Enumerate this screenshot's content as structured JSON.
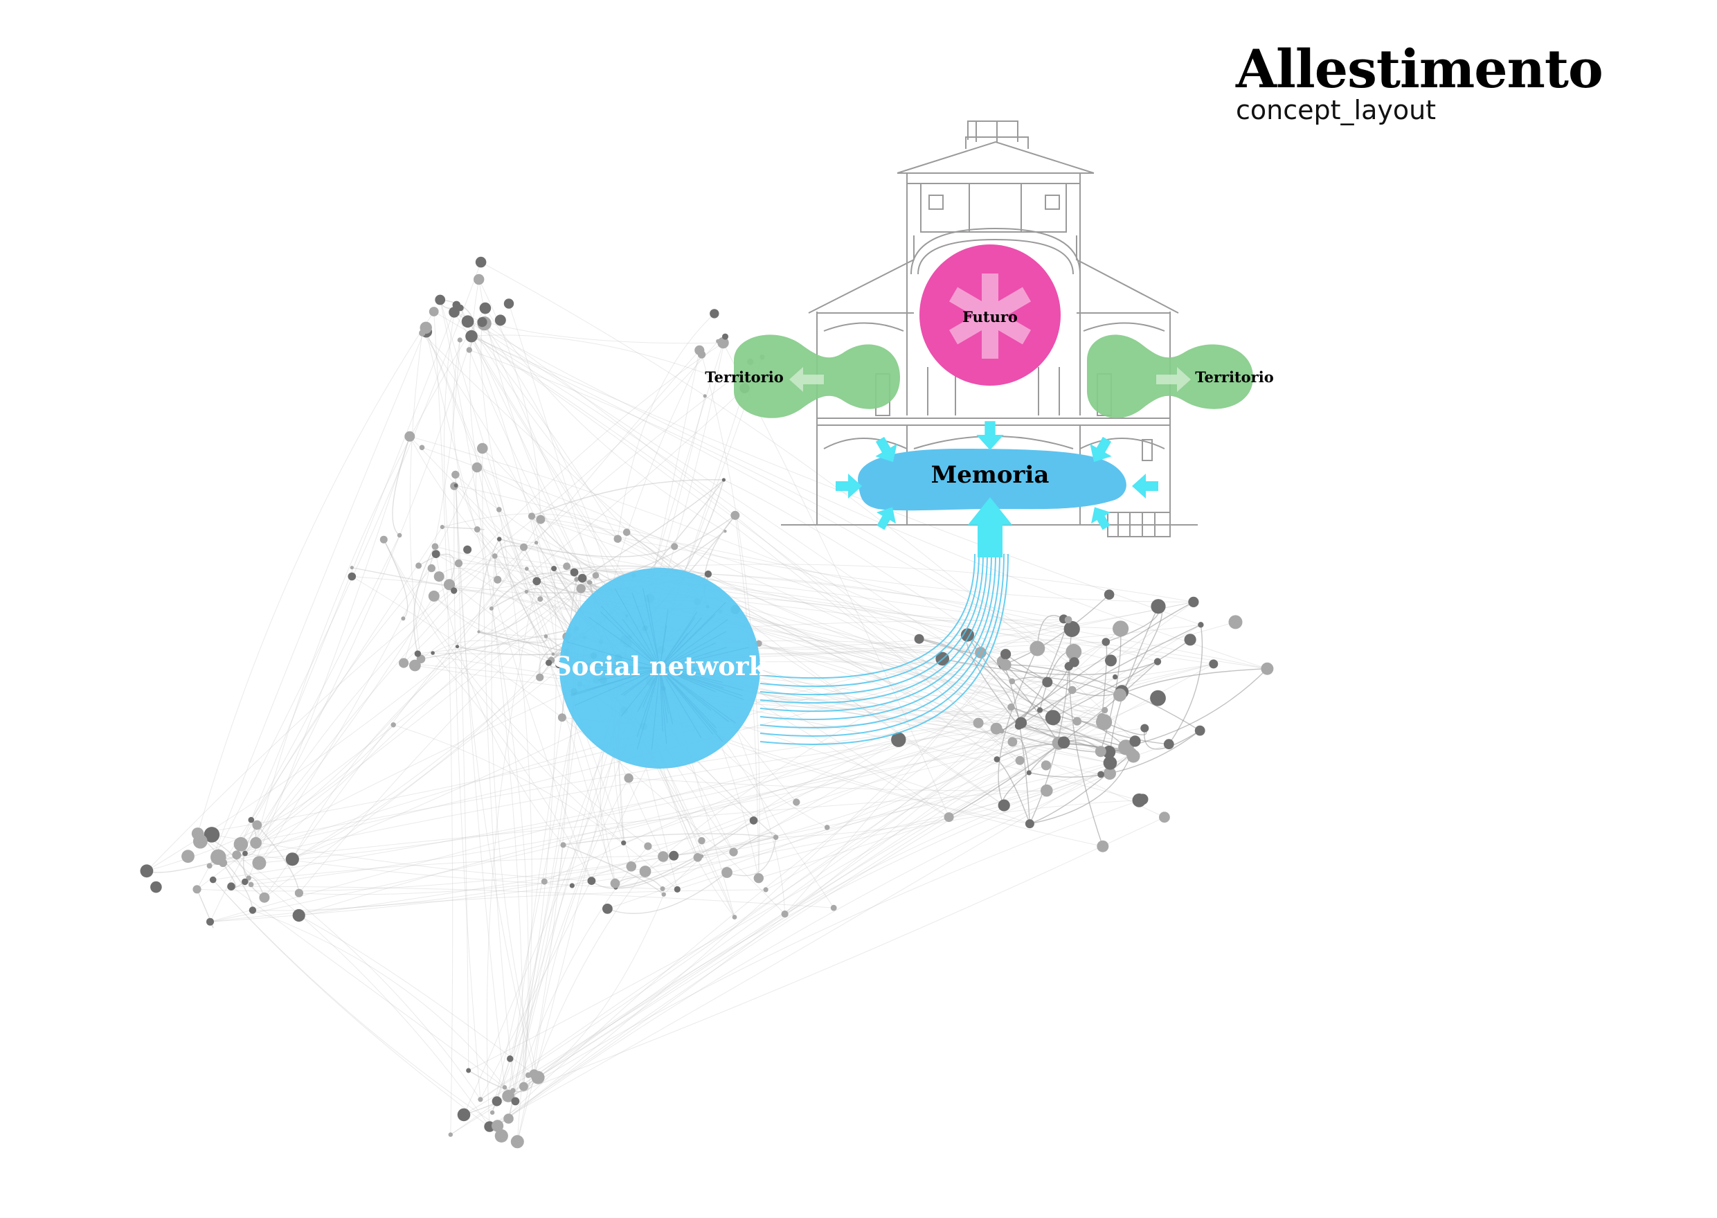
{
  "title": {
    "main": "Allestimento",
    "sub": "concept_layout"
  },
  "labels": {
    "social_network": "Social network",
    "memoria": "Memoria",
    "futuro": "Futuro",
    "territorio_left": "Territorio",
    "territorio_right": "Territorio"
  },
  "colors": {
    "social_blue": "#5cc8f2",
    "memoria_blue": "#5cc3ef",
    "futuro_pink": "#ec4fae",
    "territorio_green": "#86cc8a",
    "arrow_cyan": "#4fe6f5",
    "node_gray": "#8a8a8a",
    "edge_gray": "#bdbdbd",
    "building_line": "#9a9a9a"
  },
  "icons": {
    "futuro_symbol": "asterisk-icon",
    "territorio_arrow": "arrow-icon",
    "memoria_arrows": "arrow-icon"
  }
}
